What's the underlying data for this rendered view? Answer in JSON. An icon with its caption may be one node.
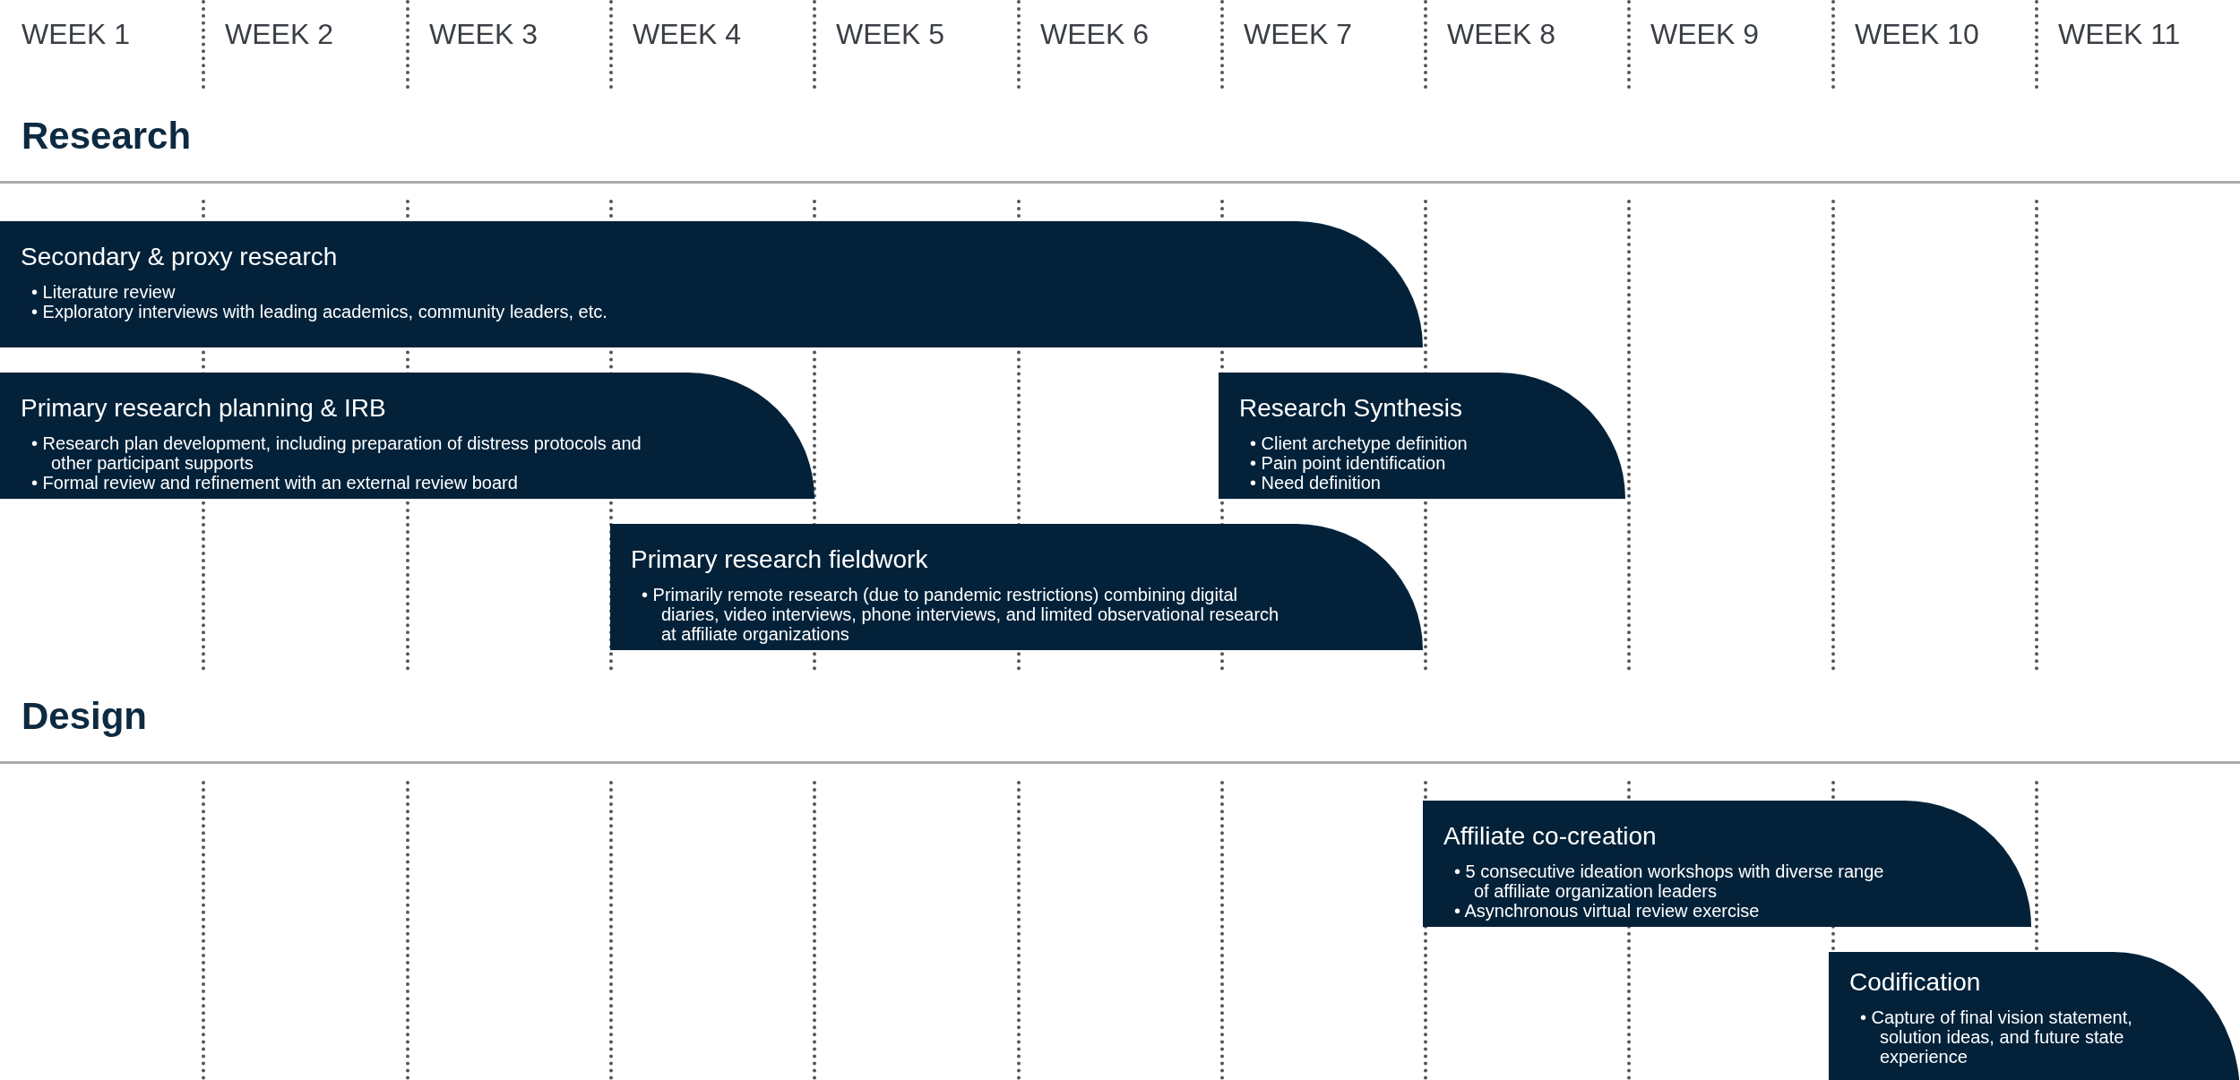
{
  "diagram": {
    "nodes": [
      {
        "text": [
          "Secondary & proxy research",
          "• Literature review",
          "• Exploratory interviews with leading academics, community leaders, etc."
        ]
      },
      {
        "text": [
          "Primary research planning & IRB",
          "• Research plan development, including preparation of distress protocols and other participant supports",
          "• Formal review and refinement with an external review board"
        ]
      },
      {
        "text": [
          "Research Synthesis",
          "• Client archetype definition",
          "• Pain point identification",
          "• Need definition"
        ]
      },
      {
        "text": [
          "Primary research fieldwork",
          "• Primarily remote research (due to pandemic restrictions) combining digital diaries, video interviews, phone interviews, and limited observational research at affiliate organizations"
        ]
      },
      {
        "text": [
          "Affiliate co-creation",
          "• 5 consecutive ideation workshops with diverse range of affiliate organization leaders",
          "• Asynchronous virtual review exercise"
        ]
      },
      {
        "text": [
          "Codification",
          "• Capture of final vision statement, solution ideas, and future state experience"
        ]
      }
    ],
    "labels": [
      "WEEK 1",
      "WEEK 2",
      "WEEK 3",
      "WEEK 4",
      "WEEK 5",
      "WEEK 6",
      "WEEK 7",
      "WEEK 8",
      "WEEK 9",
      "WEEK 10",
      "WEEK 11",
      "Research",
      "Design"
    ]
  }
}
